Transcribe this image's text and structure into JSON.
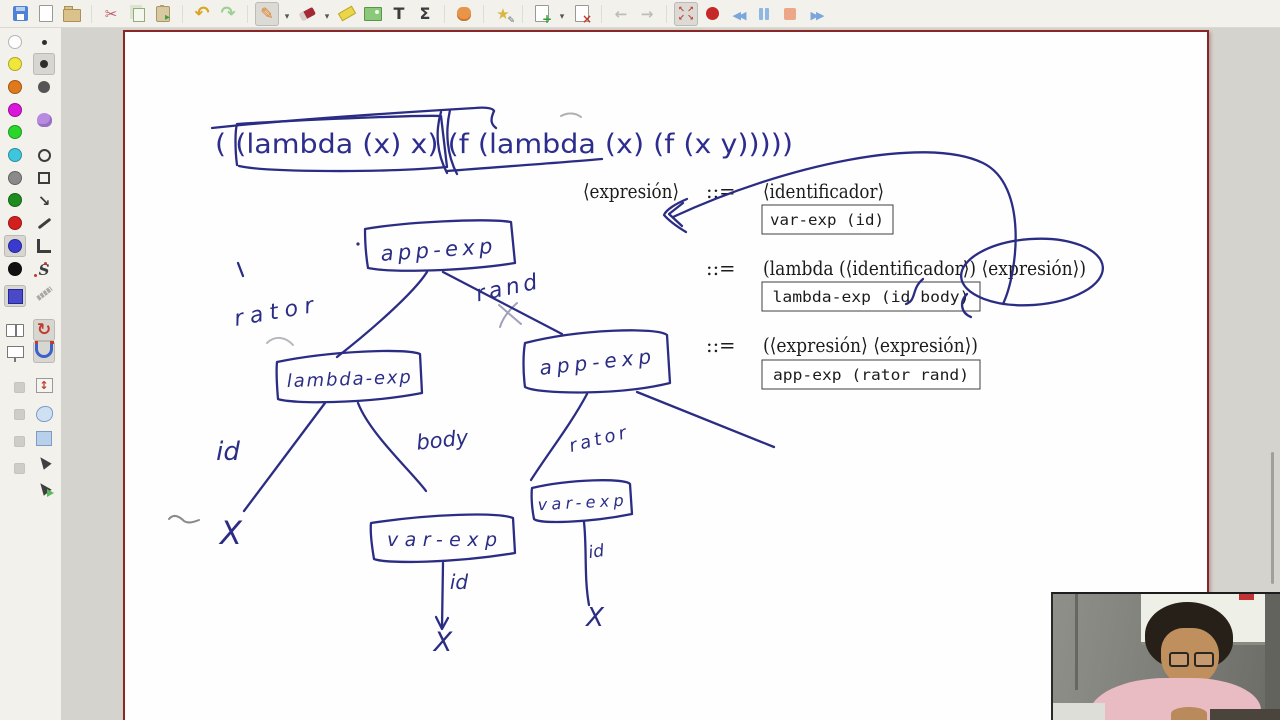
{
  "window": {
    "toolbar_bg": "#f2f1ec",
    "canvas_bg": "#d5d3cd",
    "page_bg": "#ffffff",
    "page_border": "#8a2626",
    "ink_color": "#2b2d85",
    "typed_text_color": "#2d2d8e"
  },
  "toolbar": {
    "text_tool_glyph": "T",
    "math_tool_glyph": "Σ",
    "icons": [
      "save",
      "new-document",
      "open-file",
      "cut",
      "copy",
      "paste",
      "undo",
      "redo",
      "pen",
      "pen-options",
      "eraser",
      "eraser-options",
      "highlighter",
      "insert-image",
      "text-tool",
      "math-tex",
      "hand-tool",
      "shape-recognizer",
      "add-page",
      "add-page-options",
      "delete-page",
      "previous-page",
      "next-page",
      "fullscreen",
      "record",
      "rewind",
      "pause",
      "stop",
      "fast-forward"
    ]
  },
  "sidebar": {
    "pen_colors": [
      "white",
      "yellow",
      "orange",
      "magenta",
      "green",
      "cyan",
      "gray",
      "dark-green",
      "red",
      "blue",
      "black"
    ],
    "selected_color": "blue",
    "thicknesses": [
      "fine",
      "medium",
      "thick"
    ],
    "selected_thickness": "medium",
    "tools": [
      "eraser-blob",
      "draw-circle",
      "draw-rectangle",
      "draw-arrow",
      "draw-line",
      "draw-corner",
      "draw-spline",
      "ruler",
      "dual-page-view",
      "presentation-mode",
      "rotation-snapping",
      "grid-snapping",
      "vertical-space",
      "lasso-selection",
      "rect-selection",
      "select-object",
      "play-object"
    ]
  },
  "page": {
    "expression": "( (lambda (x) x) (f (lambda (x) (f (x y)))))",
    "grammar": {
      "lhs": "⟨expresión⟩",
      "rules": [
        {
          "op": "::=",
          "pattern": "⟨identificador⟩",
          "record": "var-exp (id)"
        },
        {
          "op": "::=",
          "pattern": "(lambda (⟨identificador⟩) ⟨expresión⟩)",
          "record": "lambda-exp (id body)"
        },
        {
          "op": "::=",
          "pattern": "(⟨expresión⟩ ⟨expresión⟩)",
          "record": "app-exp (rator rand)"
        }
      ]
    },
    "tree": {
      "nodes": [
        {
          "label": "app-exp"
        },
        {
          "label": "lambda-exp"
        },
        {
          "label": "var-exp"
        },
        {
          "label": "app-exp"
        },
        {
          "label": "var-exp"
        }
      ],
      "edge_labels": {
        "rator_top": "rator",
        "rand_top": "rand",
        "id_left": "id",
        "body": "body",
        "rator_right": "rator",
        "id_mid": "id",
        "id_right": "id"
      },
      "leaves": [
        "X",
        "X",
        "X"
      ]
    }
  }
}
